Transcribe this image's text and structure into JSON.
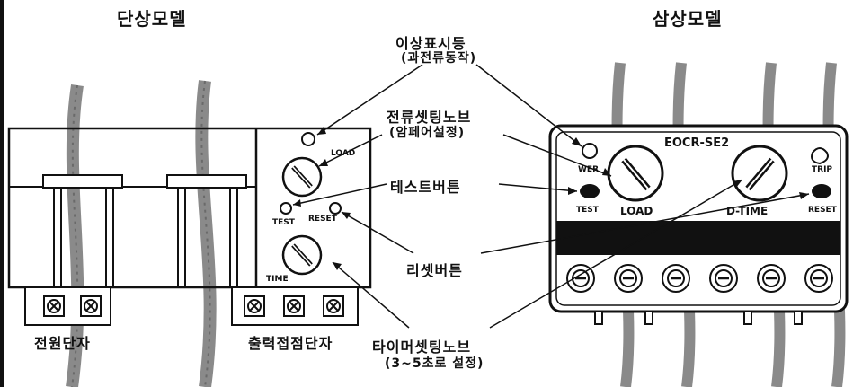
{
  "titles": {
    "single_phase": "단상모델",
    "three_phase": "삼상모델"
  },
  "callouts": {
    "fault_lamp": "이상표시등",
    "fault_lamp_note": "(과전류동작)",
    "current_knob": "전류셋팅노브",
    "current_knob_note": "(암페어설정)",
    "test_button": "테스트버튼",
    "reset_button": "리셋버튼",
    "timer_knob": "타이머셋팅노브",
    "timer_knob_note": "(3~5초로 설정)"
  },
  "single_model": {
    "load_label": "LOAD",
    "test_label": "TEST",
    "reset_label": "RESET",
    "time_label": "TIME",
    "power_terminal": "전원단자",
    "output_terminal": "출력접점단자"
  },
  "three_model": {
    "model_name": "EOCR-SE2",
    "wer_label": "WER",
    "test_label": "TEST",
    "load_label": "LOAD",
    "dtime_label": "D-TIME",
    "trip_label": "TRIP",
    "reset_label": "RESET"
  },
  "colors": {
    "ink": "#111111",
    "background": "#ffffff",
    "wire": "#8a8a8a",
    "display_bar": "#111111"
  }
}
